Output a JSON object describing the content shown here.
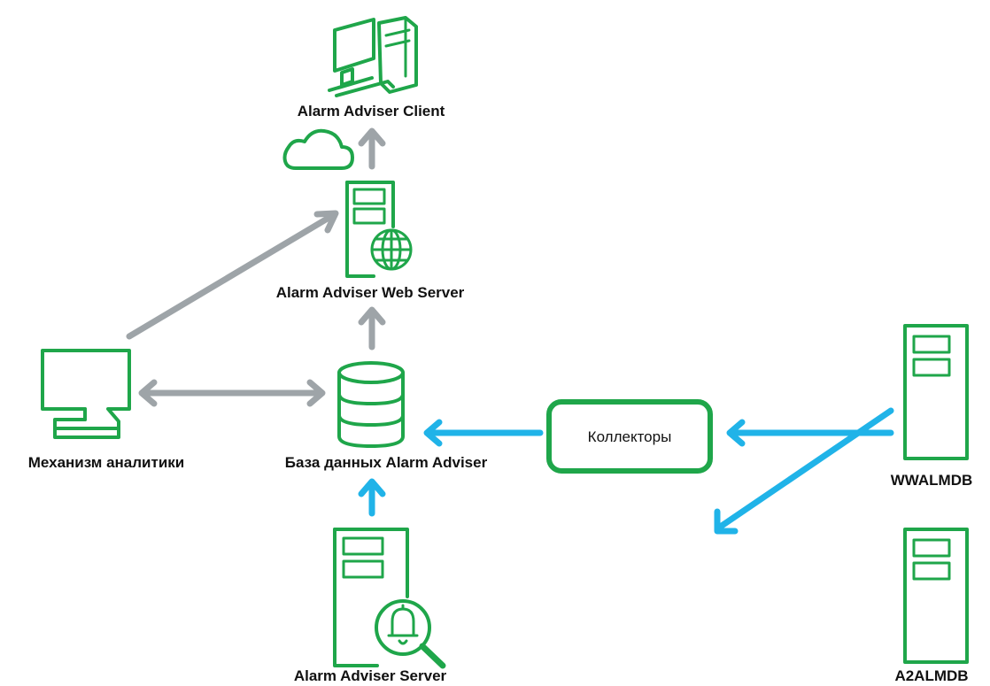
{
  "nodes": {
    "client": {
      "label": "Alarm Adviser Client"
    },
    "web_server": {
      "label": "Alarm Adviser Web Server"
    },
    "analytics": {
      "label": "Механизм аналитики"
    },
    "database": {
      "label": "База данных Alarm Adviser"
    },
    "alarm_server": {
      "label": "Alarm Adviser Server"
    },
    "collectors": {
      "label": "Коллекторы"
    },
    "wwalmdb": {
      "label": "WWALMDB"
    },
    "a2almdb": {
      "label": "A2ALMDB"
    }
  },
  "colors": {
    "icon": "#1fa64a",
    "internal_flow": "#9ea4a8",
    "collection_flow": "#20b3e8",
    "text": "#111111"
  },
  "icons": [
    "workstation-icon",
    "cloud-icon",
    "web-server-icon",
    "monitor-icon",
    "database-icon",
    "alarm-server-icon",
    "server-icon"
  ]
}
